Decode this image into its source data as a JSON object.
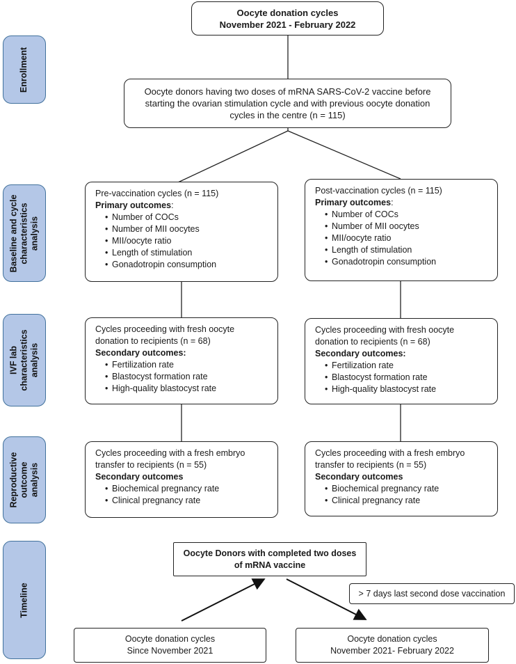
{
  "header": {
    "line1": "Oocyte donation cycles",
    "line2": "November 2021 - February 2022"
  },
  "side_labels": {
    "enrollment": "Enrollment",
    "baseline_l1": "Baseline and cycle",
    "baseline_l2": "characteristics",
    "baseline_l3": "analysis",
    "ivf_l1": "IVF lab",
    "ivf_l2": "characteristics",
    "ivf_l3": "analysis",
    "repro_l1": "Reproductive",
    "repro_l2": "outcome",
    "repro_l3": "analysis",
    "timeline": "Timeline"
  },
  "enrollment_box": {
    "line1": "Oocyte donors having two doses of mRNA SARS-CoV-2 vaccine before",
    "line2": "starting the ovarian stimulation cycle and with previous oocyte donation",
    "line3": "cycles in the centre (n = 115)"
  },
  "pre_box": {
    "title": "Pre-vaccination cycles (n = 115)",
    "heading": "Primary outcomes",
    "colon": ":",
    "items": [
      "Number of COCs",
      "Number of MII oocytes",
      "MII/oocyte ratio",
      "Length of stimulation",
      "Gonadotropin consumption"
    ]
  },
  "post_box": {
    "title": "Post-vaccination cycles (n = 115)",
    "heading": "Primary outcomes",
    "colon": ":",
    "items": [
      "Number of COCs",
      "Number of MII oocytes",
      "MII/oocyte ratio",
      "Length of stimulation",
      "Gonadotropin consumption"
    ]
  },
  "ivf_left": {
    "line1": "Cycles proceeding with fresh oocyte",
    "line2": "donation to recipients (n = 68)",
    "heading": "Secondary outcomes:",
    "items": [
      "Fertilization rate",
      "Blastocyst formation rate",
      "High-quality blastocyst rate"
    ]
  },
  "ivf_right": {
    "line1": "Cycles proceeding with fresh oocyte",
    "line2": "donation to recipients (n = 68)",
    "heading": "Secondary outcomes:",
    "items": [
      "Fertilization rate",
      "Blastocyst formation rate",
      "High-quality blastocyst rate"
    ]
  },
  "repro_left": {
    "line1": "Cycles proceeding with a fresh embryo",
    "line2": "transfer to recipients (n = 55)",
    "heading": "Secondary outcomes",
    "items": [
      "Biochemical pregnancy rate",
      "Clinical pregnancy rate"
    ]
  },
  "repro_right": {
    "line1": "Cycles proceeding with a fresh embryo",
    "line2": "transfer to recipients (n = 55)",
    "heading": "Secondary outcomes",
    "items": [
      "Biochemical pregnancy rate",
      "Clinical pregnancy rate"
    ]
  },
  "timeline": {
    "donors_line1": "Oocyte Donors with completed two doses",
    "donors_line2": "of mRNA vaccine",
    "note": "> 7 days last second dose vaccination",
    "left_line1": "Oocyte donation cycles",
    "left_line2": "Since November 2021",
    "right_line1": "Oocyte donation cycles",
    "right_line2": "November 2021- February 2022"
  }
}
